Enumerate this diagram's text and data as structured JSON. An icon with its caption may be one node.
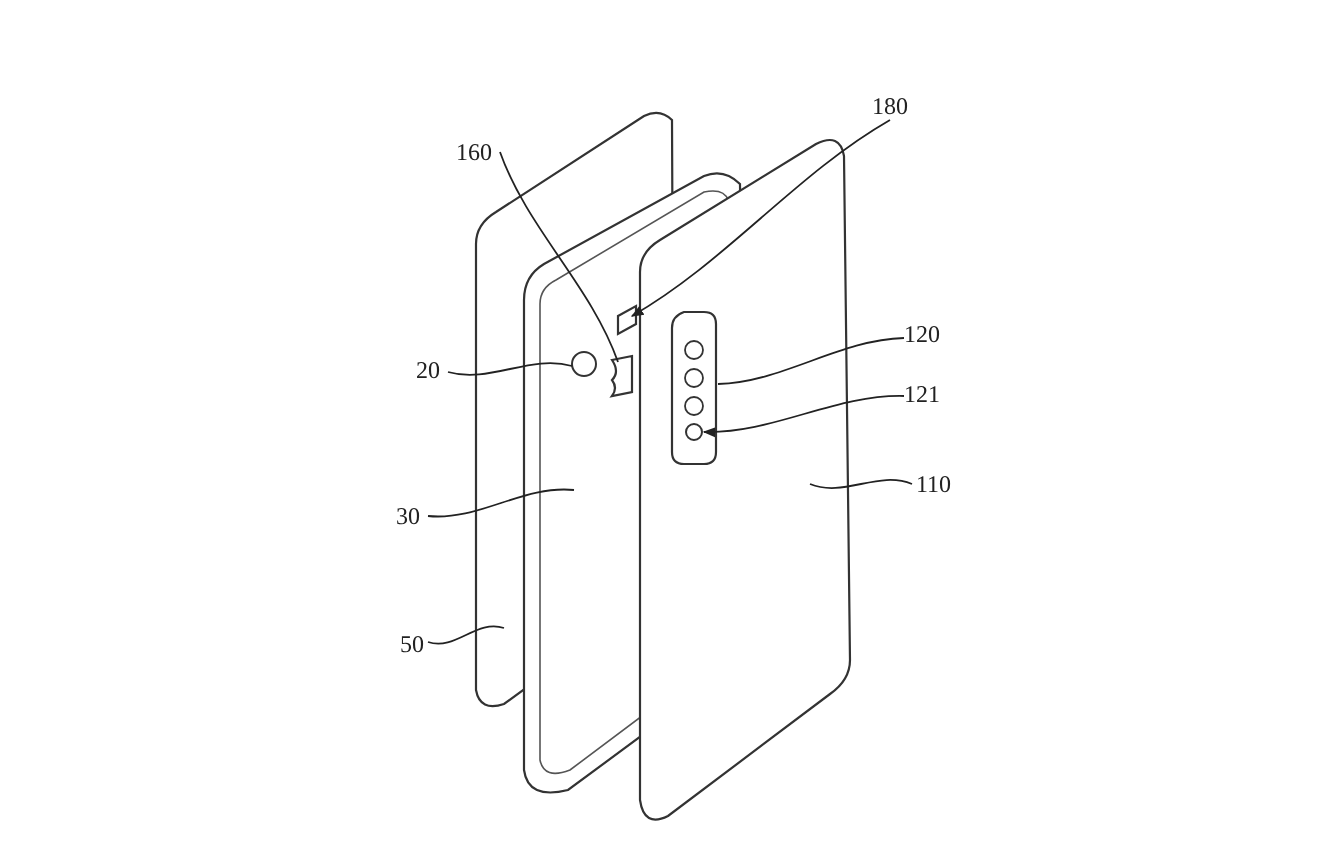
{
  "diagram": {
    "nodes": [
      {
        "text": [
          "160"
        ]
      },
      {
        "text": [
          "180"
        ]
      },
      {
        "text": [
          "20"
        ]
      },
      {
        "text": [
          "120"
        ]
      },
      {
        "text": [
          "121"
        ]
      },
      {
        "text": [
          "30"
        ]
      },
      {
        "text": [
          "110"
        ]
      },
      {
        "text": [
          "50"
        ]
      },
      {
        "text": [],
        "shape": "picture"
      },
      {
        "text": [],
        "shape": "picture"
      },
      {
        "text": [],
        "shape": "picture"
      },
      {
        "text": [],
        "shape": "circle"
      },
      {
        "text": [],
        "shape": "box"
      },
      {
        "text": [],
        "shape": "box"
      },
      {
        "text": [],
        "shape": "picture"
      },
      {
        "text": [],
        "shape": "circle",
        "in": 14
      }
    ],
    "edges": [
      {
        "from": 0,
        "to": 13,
        "arrow": "none"
      },
      {
        "from": 1,
        "to": 12,
        "arrow": "to"
      },
      {
        "from": 2,
        "to": 11,
        "arrow": "none"
      },
      {
        "from": 3,
        "to": 14,
        "arrow": "none"
      },
      {
        "from": 4,
        "to": 15,
        "arrow": "to"
      },
      {
        "from": 5,
        "to": 9,
        "arrow": "none"
      },
      {
        "from": 6,
        "to": 10,
        "arrow": "none"
      },
      {
        "from": 7,
        "to": 8,
        "arrow": "none"
      }
    ]
  }
}
